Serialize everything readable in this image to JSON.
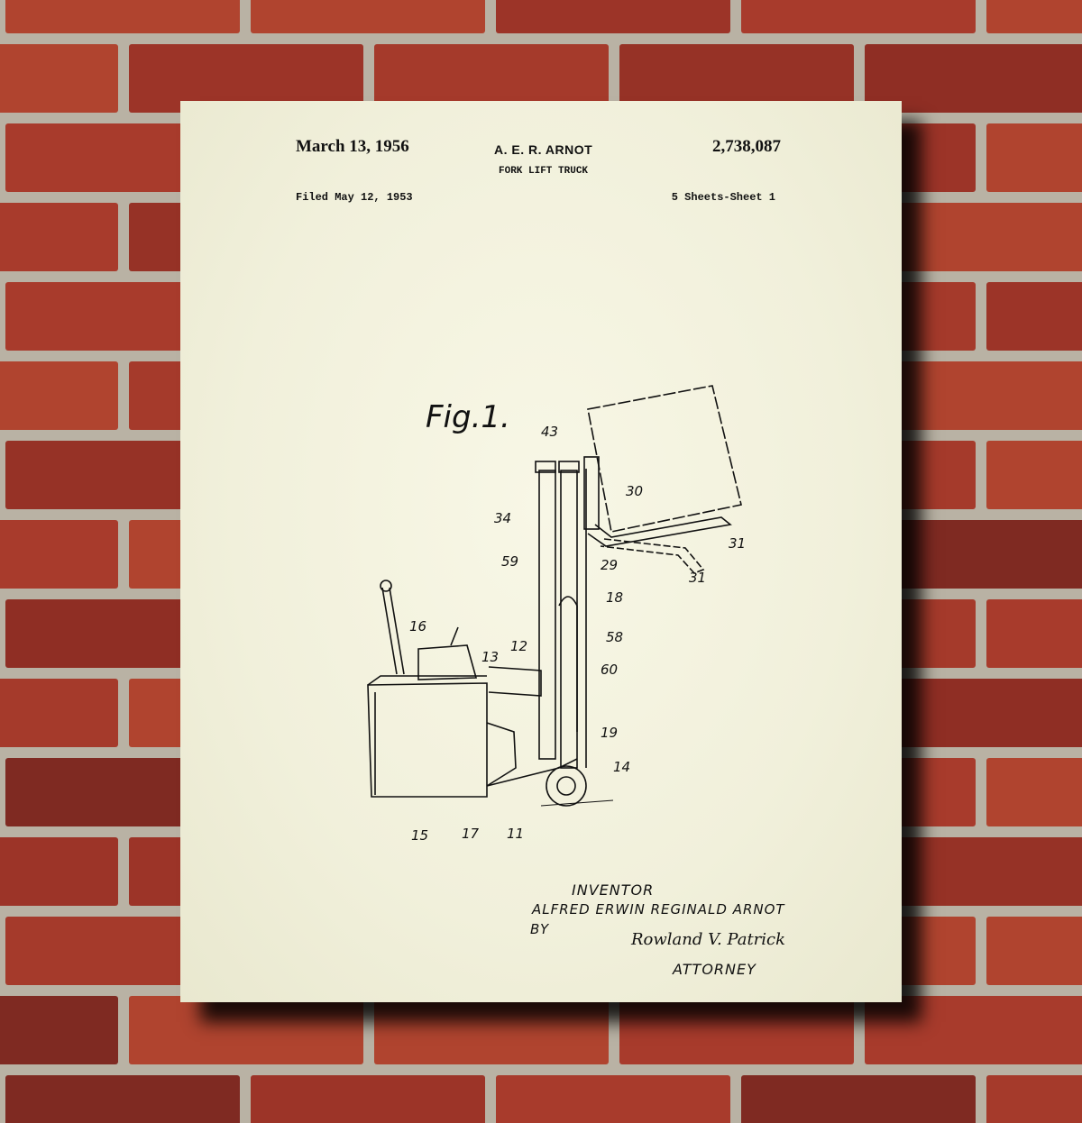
{
  "colors": {
    "paper": "#f4f3de",
    "ink": "#111111",
    "brick": "#9e3528",
    "mortar": "#b9b2a4"
  },
  "patent": {
    "date": "March 13, 1956",
    "inventor_header": "A. E. R. ARNOT",
    "title": "FORK LIFT TRUCK",
    "number": "2,738,087",
    "filed": "Filed May 12, 1953",
    "sheets": "5 Sheets-Sheet 1",
    "figure": "Fig.1.",
    "labels": [
      "43",
      "30",
      "34",
      "31",
      "29",
      "31",
      "59",
      "18",
      "16",
      "58",
      "12",
      "13",
      "60",
      "19",
      "14",
      "15",
      "17",
      "11"
    ],
    "inventor_label": "INVENTOR",
    "inventor_name": "ALFRED ERWIN REGINALD ARNOT",
    "by": "BY",
    "signature": "Rowland V. Patrick",
    "attorney": "ATTORNEY"
  }
}
